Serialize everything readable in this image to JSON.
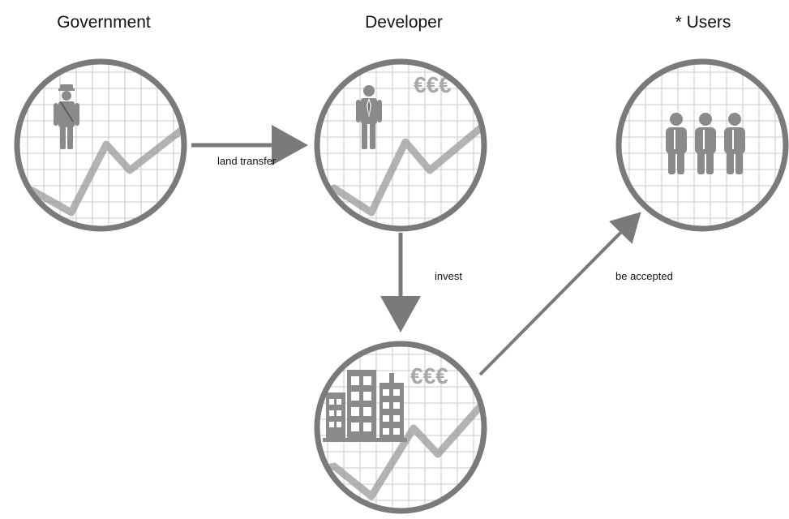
{
  "nodes": {
    "government": {
      "title": "Government"
    },
    "developer": {
      "title": "Developer",
      "badge": "€€€"
    },
    "users": {
      "title": "* Users"
    },
    "project": {
      "badge": "€€€"
    }
  },
  "edges": {
    "land_transfer": {
      "label": "land transfer"
    },
    "invest": {
      "label": "invest"
    },
    "be_accepted": {
      "label": "be accepted"
    }
  },
  "colors": {
    "circle_stroke": "#7a7a7a",
    "arrow": "#7a7a7a",
    "grid": "#c8c8c8",
    "trend": "#9a9a9a",
    "figure": "#8a8a8a",
    "euro": "#a8a8a8"
  },
  "icons": {
    "government": "police-officer-icon",
    "developer": "businessman-icon",
    "users": "people-group-icon",
    "project": "buildings-icon"
  }
}
